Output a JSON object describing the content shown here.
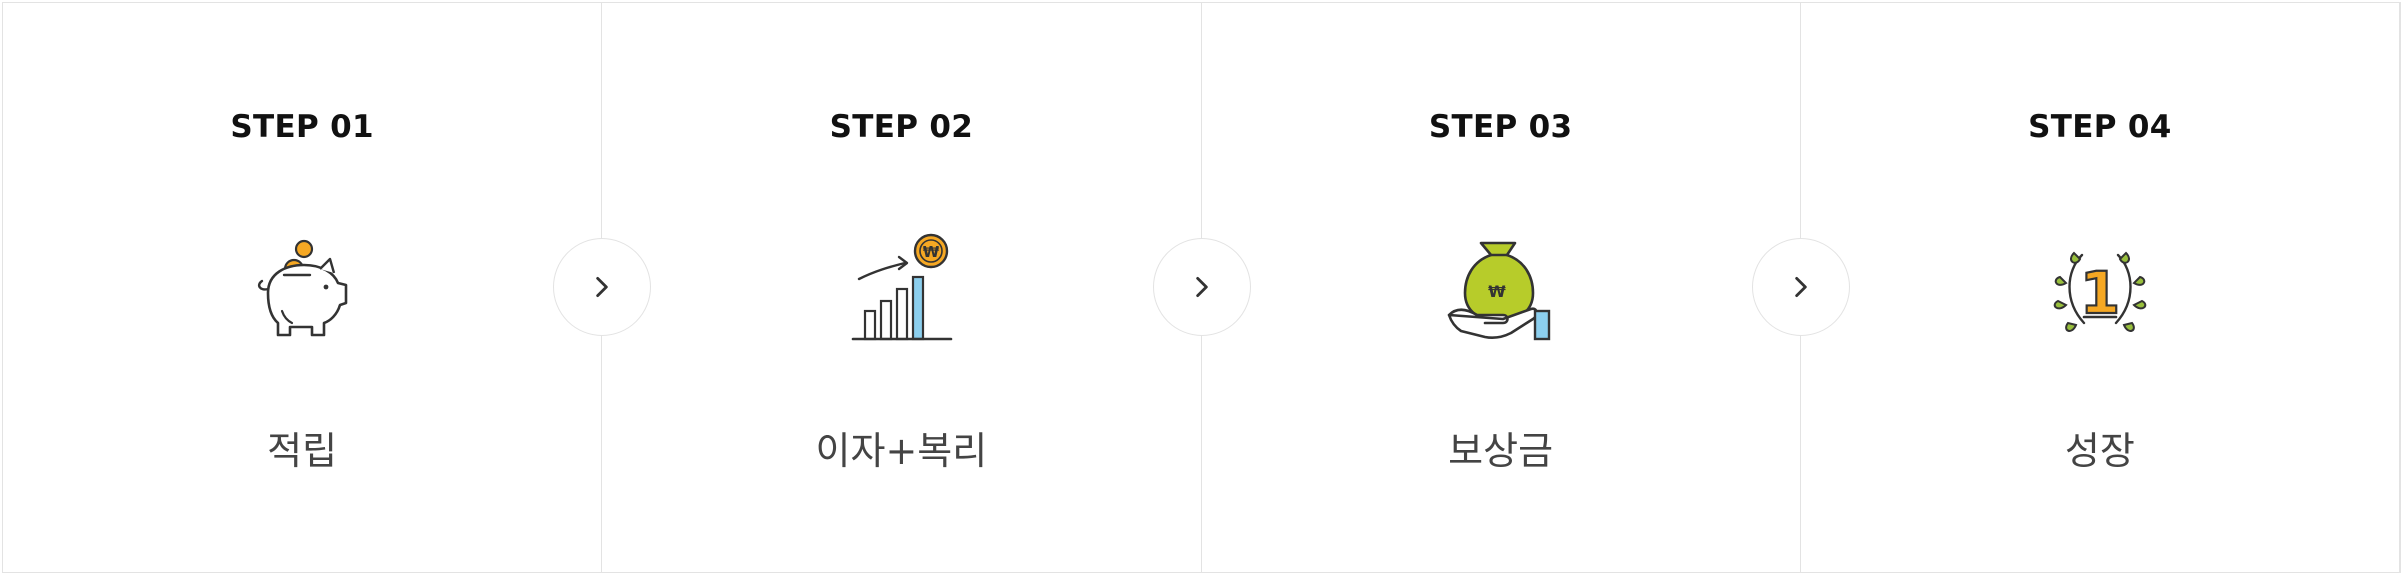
{
  "steps": [
    {
      "title": "STEP 01",
      "label": "적립",
      "icon": "piggy-bank-icon"
    },
    {
      "title": "STEP 02",
      "label": "이자+복리",
      "icon": "growth-chart-icon"
    },
    {
      "title": "STEP 03",
      "label": "보상금",
      "icon": "money-bag-hand-icon"
    },
    {
      "title": "STEP 04",
      "label": "성장",
      "icon": "laurel-first-place-icon"
    }
  ],
  "icon_symbols": {
    "won": "₩",
    "first": "1"
  },
  "colors": {
    "border": "#e3e3e3",
    "outline": "#333333",
    "accent_orange": "#f6a823",
    "accent_green": "#b7cc2a",
    "accent_blue": "#8ccfee",
    "leaf_green": "#98bf3c"
  }
}
